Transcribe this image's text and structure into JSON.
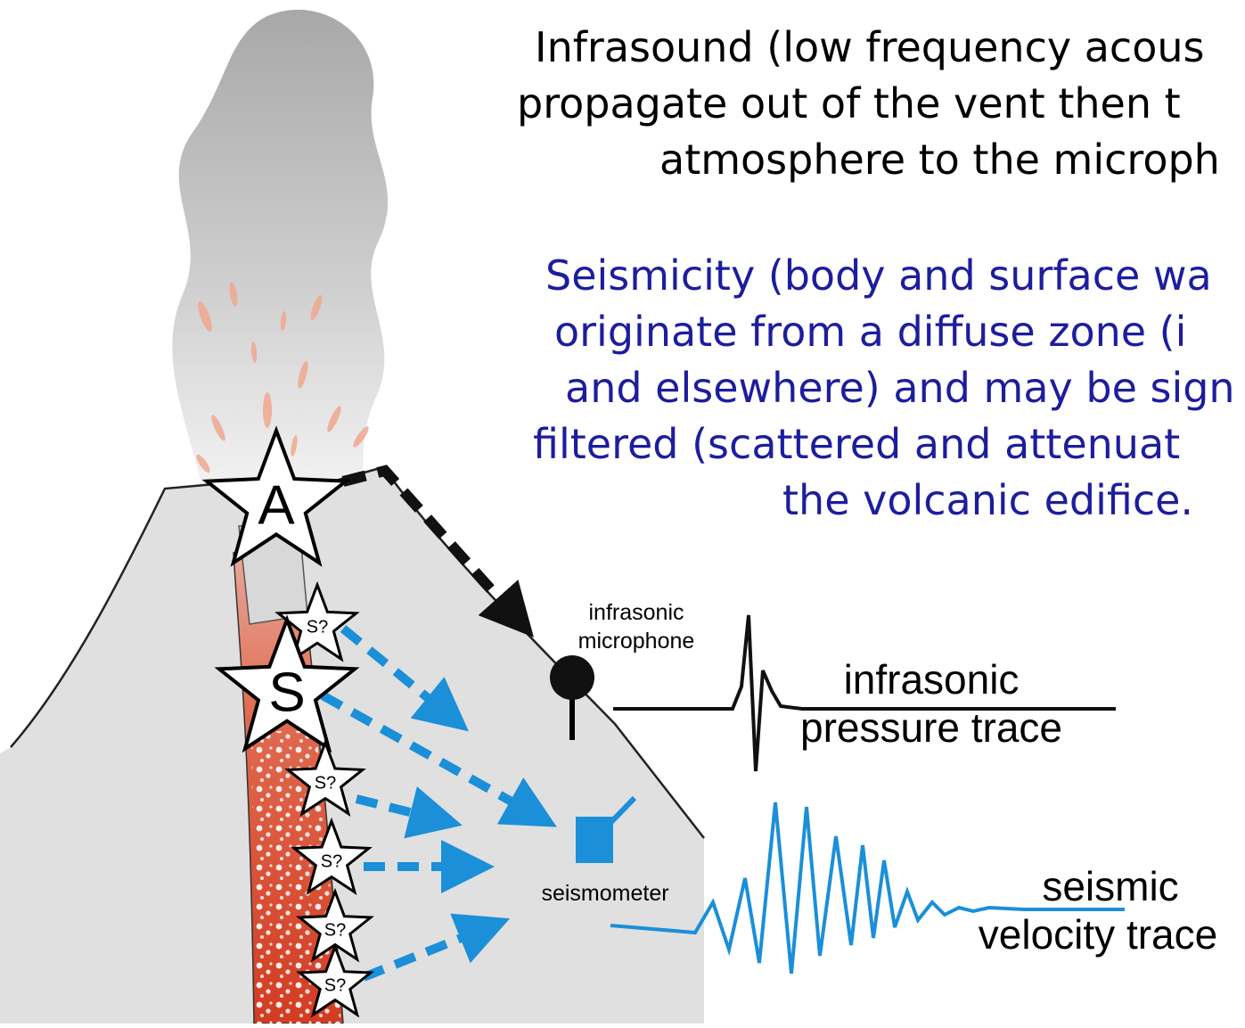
{
  "captions": {
    "infrasound": [
      "Infrasound (low frequency acous",
      "propagate out of the vent then t",
      "atmosphere to the microph"
    ],
    "seismicity": [
      "Seismicity (body and surface wa",
      "originate from a diffuse zone (i",
      "and elsewhere) and may be sign",
      "filtered (scattered and attenuat",
      "the volcanic edifice."
    ]
  },
  "labels": {
    "microphone": [
      "infrasonic",
      "microphone"
    ],
    "seismometer": "seismometer",
    "pressure_trace": [
      "infrasonic",
      "pressure trace"
    ],
    "velocity_trace": [
      "seismic",
      "velocity trace"
    ]
  },
  "sources": {
    "acoustic": "A",
    "seismic_main": "S",
    "seismic_possible": "S?"
  },
  "colors": {
    "caption_blue": "#1d1d9e",
    "seismic_arrow": "#1b8fd8",
    "magma_red": "#d9442a",
    "edifice_gray": "#e0e0e0",
    "plume_gray": "#b5b5b5"
  },
  "icons": {
    "acoustic_arrow": "dashed-black-arrow",
    "seismic_arrows": "dashed-blue-arrows",
    "microphone": "microphone-icon",
    "seismometer": "seismometer-icon"
  }
}
